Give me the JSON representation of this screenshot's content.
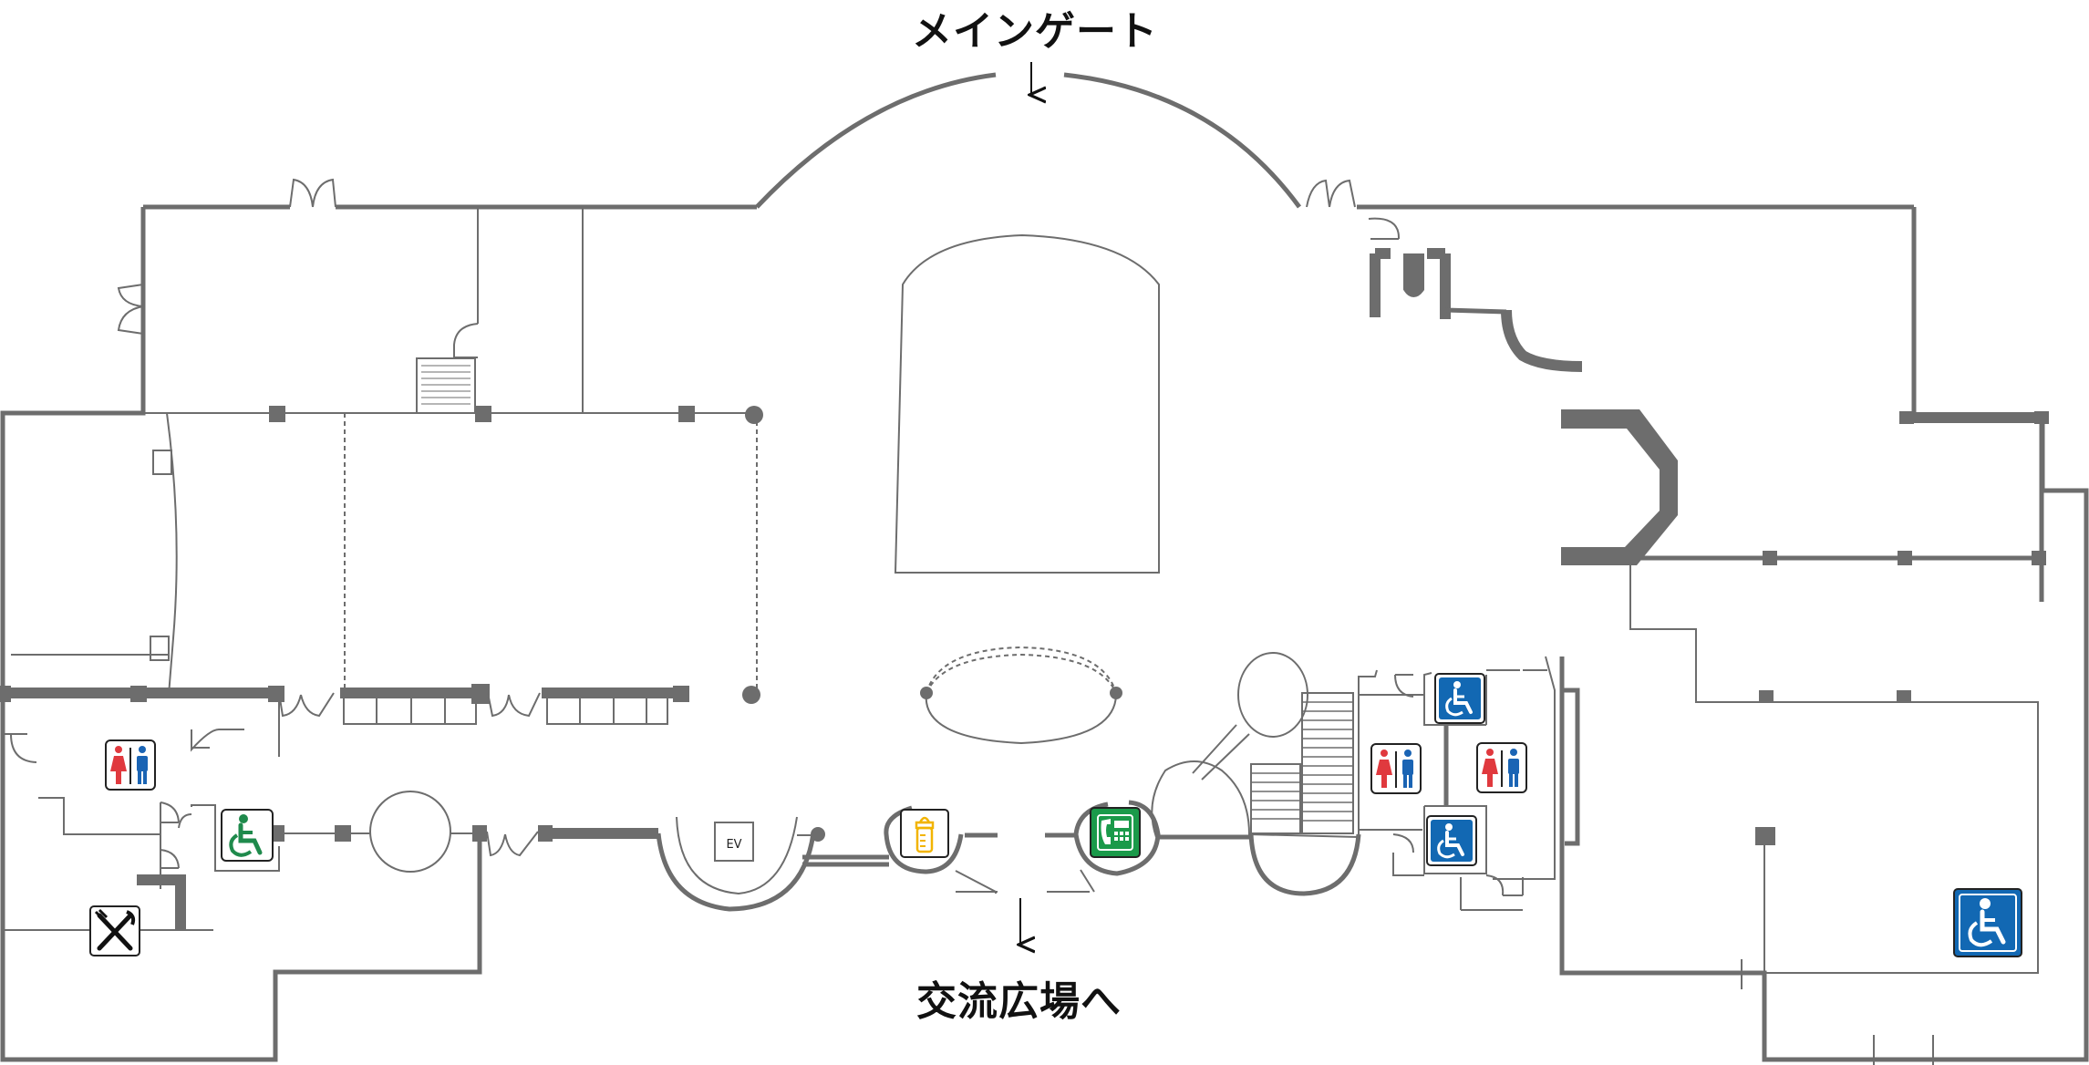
{
  "labels": {
    "main_gate": "メインゲート",
    "plaza": "交流広場へ",
    "elevator": "EV"
  },
  "icons": [
    {
      "name": "restroom-icon",
      "kind": "restroom"
    },
    {
      "name": "wheelchair-icon",
      "kind": "wheelchair-green"
    },
    {
      "name": "restaurant-icon",
      "kind": "restaurant"
    },
    {
      "name": "nursing-room-icon",
      "kind": "baby-bottle"
    },
    {
      "name": "telephone-icon",
      "kind": "telephone"
    },
    {
      "name": "wheelchair-icon",
      "kind": "wheelchair-blue"
    },
    {
      "name": "restroom-icon",
      "kind": "restroom"
    },
    {
      "name": "restroom-icon",
      "kind": "restroom"
    },
    {
      "name": "wheelchair-icon",
      "kind": "wheelchair-blue"
    },
    {
      "name": "wheelchair-icon",
      "kind": "wheelchair-blue"
    }
  ],
  "colors": {
    "wall": "#6d6d6d",
    "female": "#e0393e",
    "male": "#1a64b4",
    "accessible_green": "#1f8a4c",
    "accessible_blue": "#1268b3",
    "nursing": "#f2b400",
    "telephone": "#1a9a4a"
  }
}
